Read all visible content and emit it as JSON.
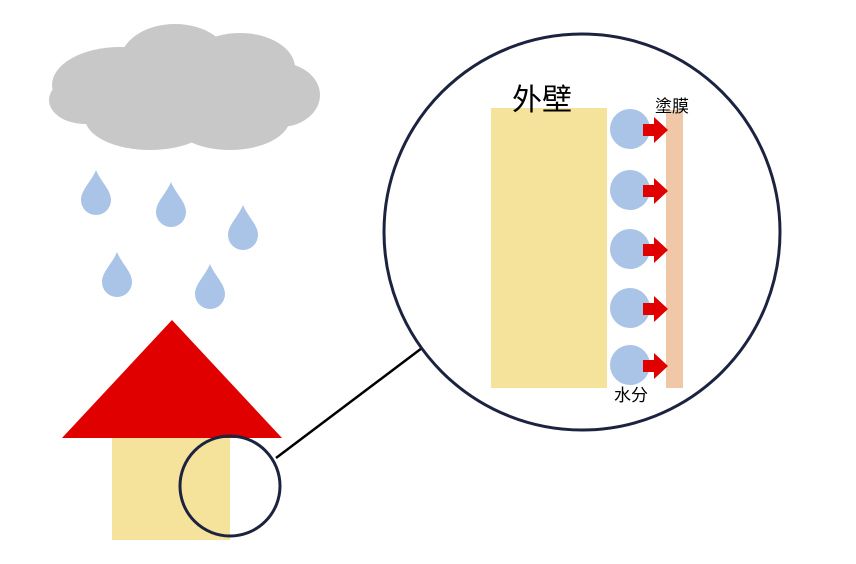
{
  "labels": {
    "outer_wall": "外壁",
    "paint_film": "塗膜",
    "moisture": "水分"
  },
  "colors": {
    "cloud": "#c8c8c8",
    "raindrop": "#a9c4e6",
    "roof": "#e00000",
    "wall": "#f5e39c",
    "paint_film": "#f0c8a8",
    "arrow": "#e00000",
    "outline": "#1c2340",
    "connector": "#000000"
  },
  "moisture_drop_count": 5,
  "raindrop_count": 5
}
